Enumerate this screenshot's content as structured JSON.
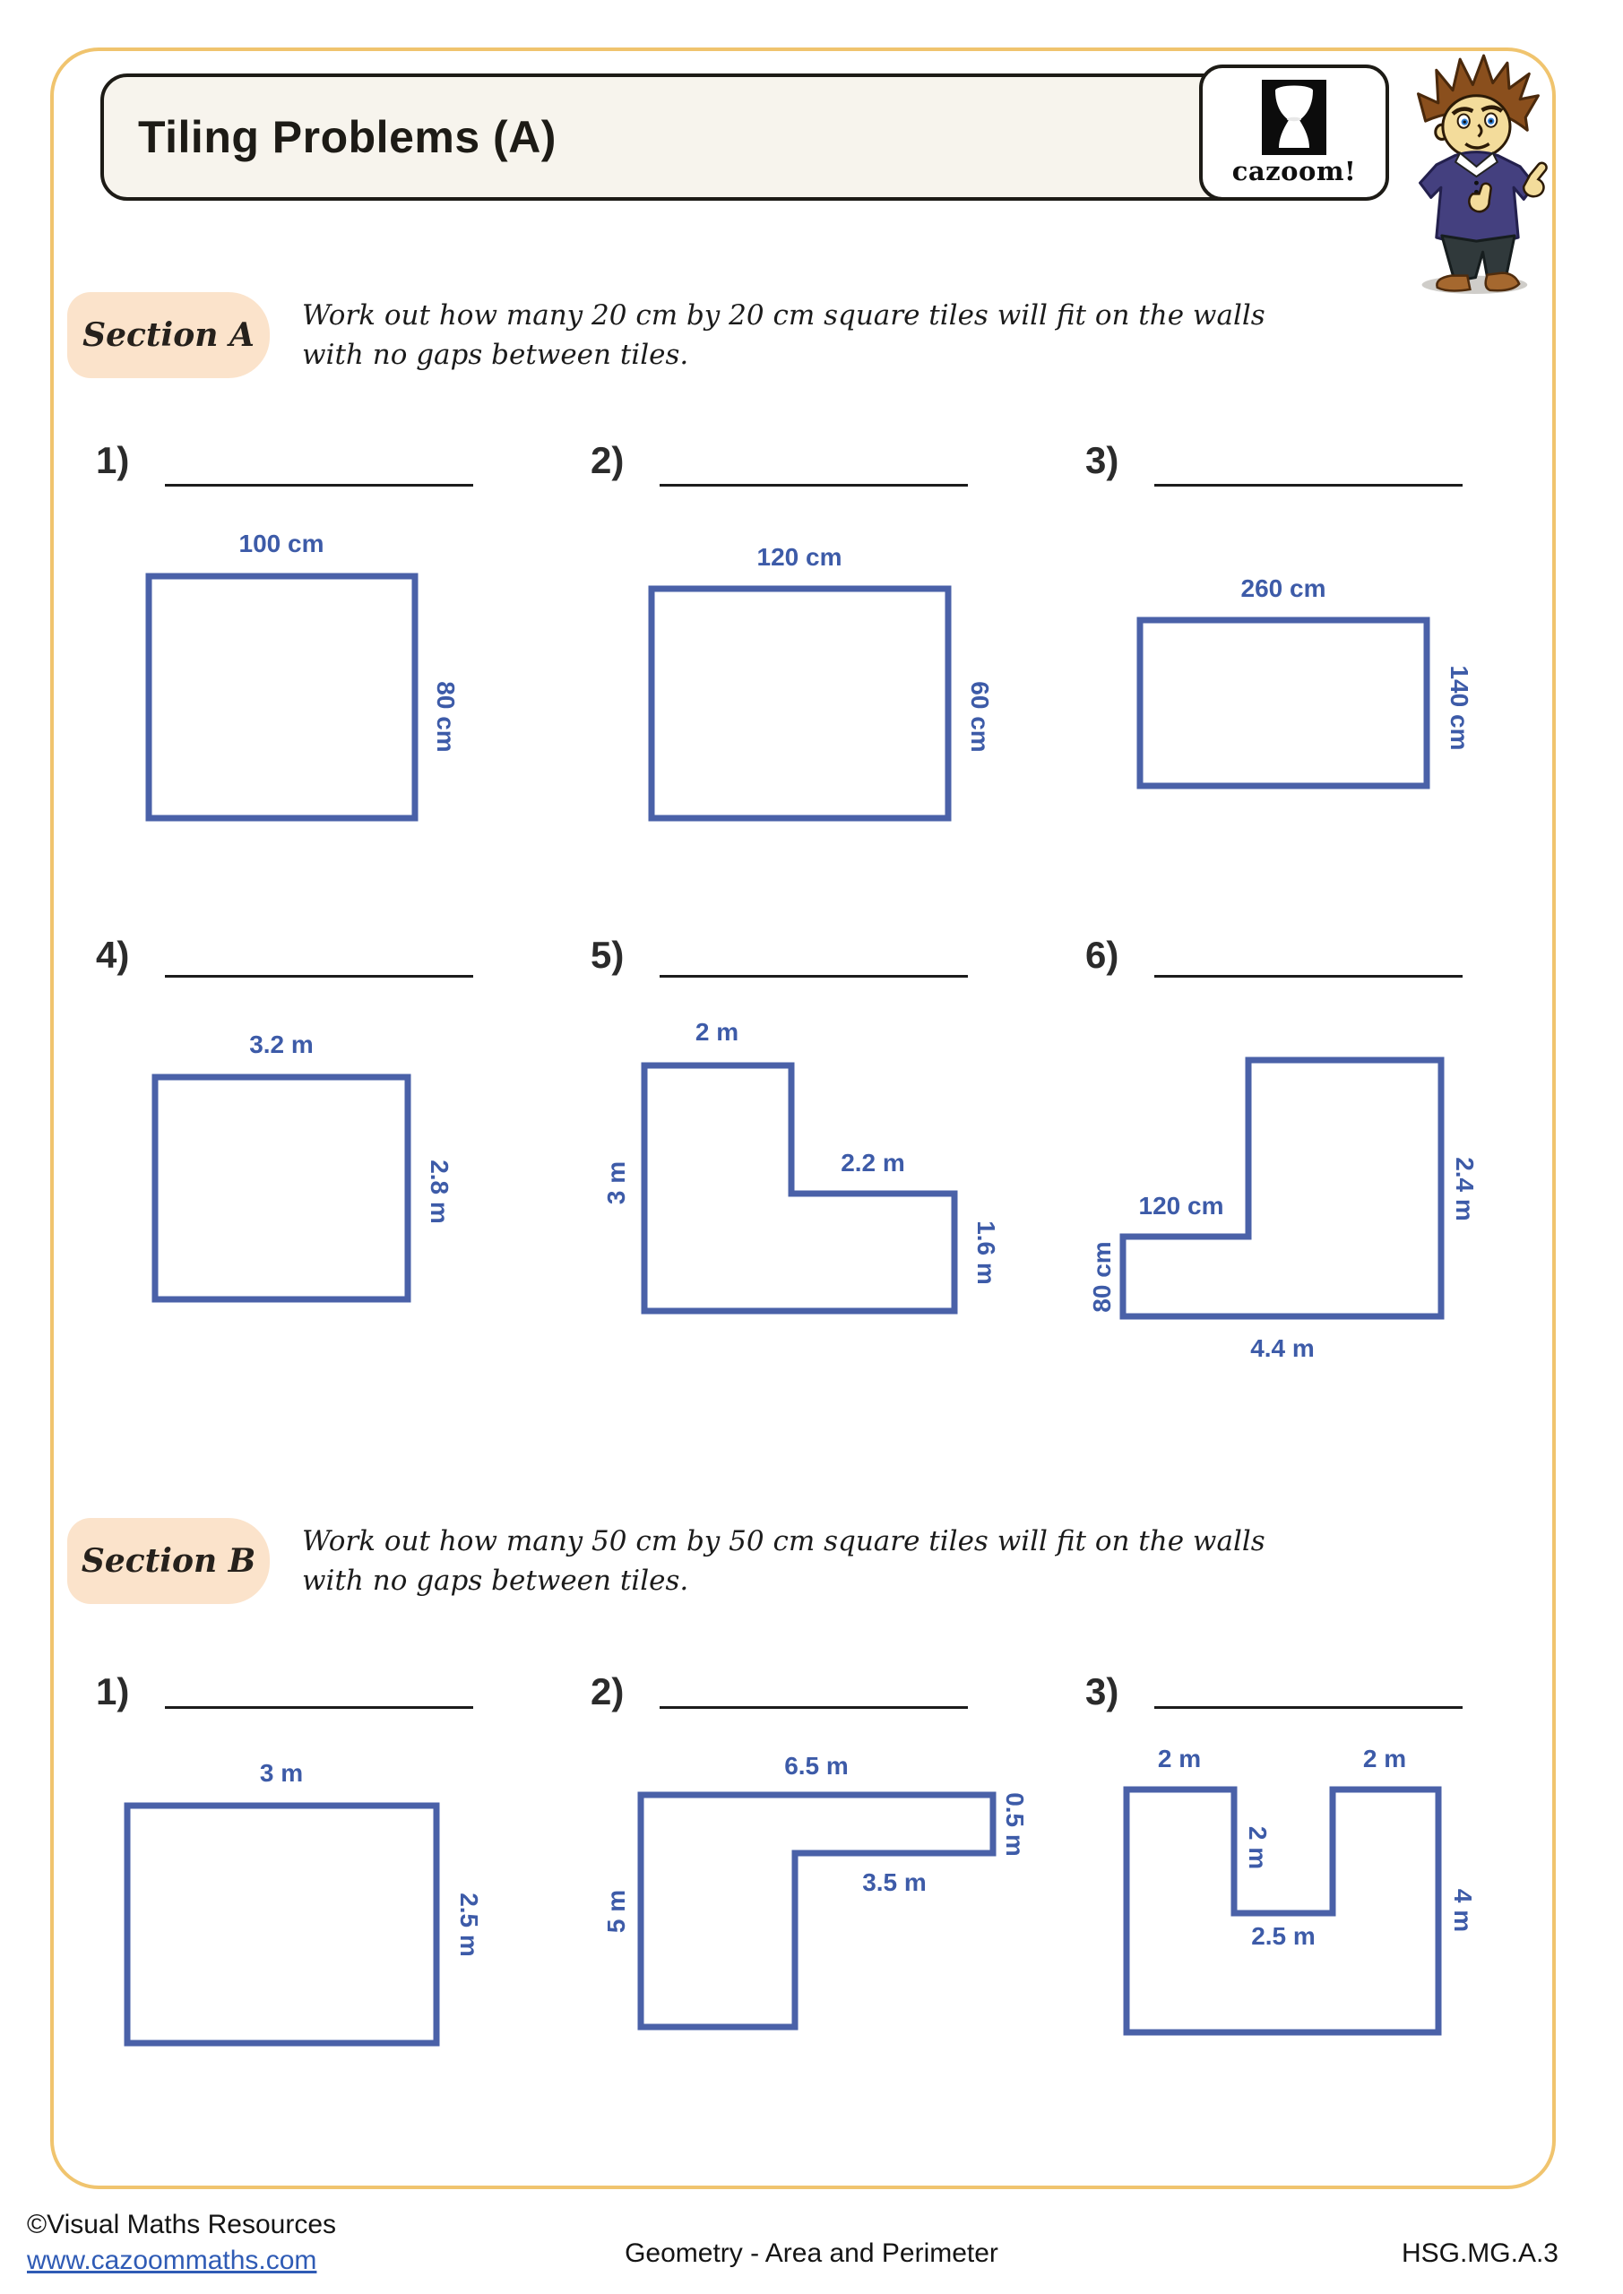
{
  "title": "Tiling Problems (A)",
  "logo": {
    "text": "cazoom!"
  },
  "sections": {
    "a": {
      "label": "Section A",
      "line1": "Work out how many 20 cm by 20 cm square tiles will fit on the walls",
      "line2": "with no gaps between tiles."
    },
    "b": {
      "label": "Section B",
      "line1": "Work out how many 50 cm by 50 cm square tiles will fit on the walls",
      "line2": "with no gaps between tiles."
    }
  },
  "numbers": {
    "a1": "1)",
    "a2": "2)",
    "a3": "3)",
    "a4": "4)",
    "a5": "5)",
    "a6": "6)",
    "b1": "1)",
    "b2": "2)",
    "b3": "3)"
  },
  "dims": {
    "a1_top": "100 cm",
    "a1_right": "80 cm",
    "a2_top": "120 cm",
    "a2_right": "60 cm",
    "a3_top": "260 cm",
    "a3_right": "140 cm",
    "a4_top": "3.2 m",
    "a4_right": "2.8 m",
    "a5_top": "2 m",
    "a5_left": "3 m",
    "a5_step": "2.2 m",
    "a5_right": "1.6 m",
    "a6_step": "120 cm",
    "a6_left": "80 cm",
    "a6_right": "2.4 m",
    "a6_bottom": "4.4 m",
    "b1_top": "3 m",
    "b1_right": "2.5 m",
    "b2_top": "6.5 m",
    "b2_right": "0.5 m",
    "b2_step": "3.5 m",
    "b2_left": "5 m",
    "b3_top_left": "2 m",
    "b3_top_right": "2 m",
    "b3_notch": "2 m",
    "b3_notch_bottom": "2.5 m",
    "b3_right": "4 m"
  },
  "footer": {
    "copyright": "©Visual Maths Resources",
    "website": "www.cazoommaths.com",
    "center": "Geometry - Area and Perimeter",
    "code": "HSG.MG.A.3"
  },
  "colors": {
    "shape_blue": "#4a61a8",
    "label_blue": "#3d5ba8",
    "frame_gold": "#f0c46e",
    "badge_peach": "#fbe3cb"
  }
}
